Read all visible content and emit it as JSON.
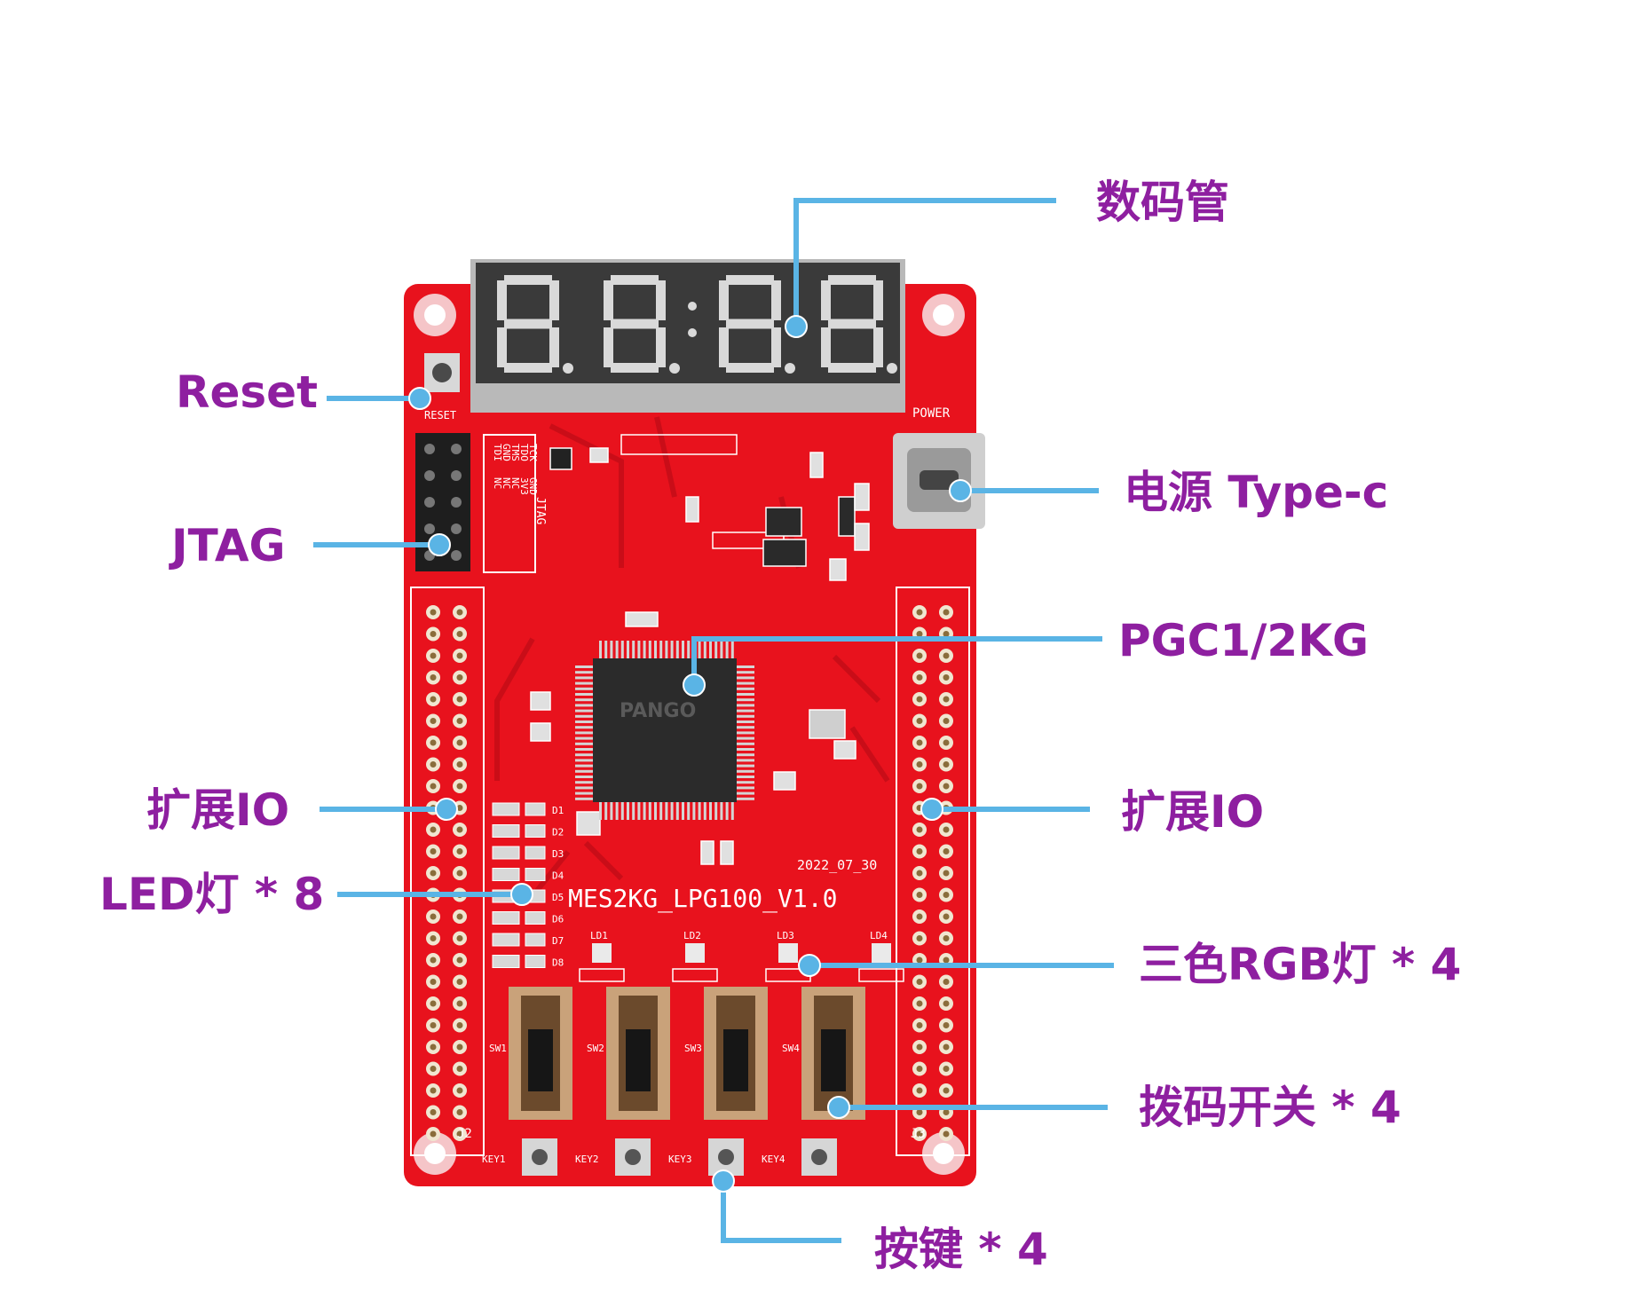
{
  "colors": {
    "label": "#8e1fa0",
    "leader": "#5ab4e5",
    "pcb": "#e8121d",
    "silkscreen": "#ffffff",
    "display_body": "#3a3a3a",
    "display_segment": "#d9d9d9"
  },
  "callouts": {
    "seven_segment": "数码管",
    "reset": "Reset",
    "power": "电源 Type-c",
    "jtag": "JTAG",
    "fpga": "PGC1/2KG",
    "expansion_left": "扩展IO",
    "expansion_right": "扩展IO",
    "led": "LED灯 *  8",
    "rgb_led": "三色RGB灯 *  4",
    "dip_switch": "拨码开关 *  4",
    "keys": "按键 *  4"
  },
  "board_text": {
    "board_name": "MES2KG_LPG100_V1.0",
    "date": "2022_07_30",
    "reset": "RESET",
    "power": "POWER",
    "jtag": "JTAG",
    "chip_brand": "PANGO",
    "connector_left": "J2",
    "connector_right": "J3",
    "led_labels": [
      "D1",
      "D2",
      "D3",
      "D4",
      "D5",
      "D6",
      "D7",
      "D8"
    ],
    "rgb_labels": [
      "LD1",
      "LD2",
      "LD3",
      "LD4"
    ],
    "switch_labels": [
      "SW1",
      "SW2",
      "SW3",
      "SW4"
    ],
    "key_labels": [
      "KEY1",
      "KEY2",
      "KEY3",
      "KEY4"
    ],
    "jtag_pins": [
      "TDI",
      "NC",
      "GND",
      "NC",
      "TMS",
      "NC",
      "TDO",
      "3V3",
      "TCK",
      "GND"
    ]
  }
}
